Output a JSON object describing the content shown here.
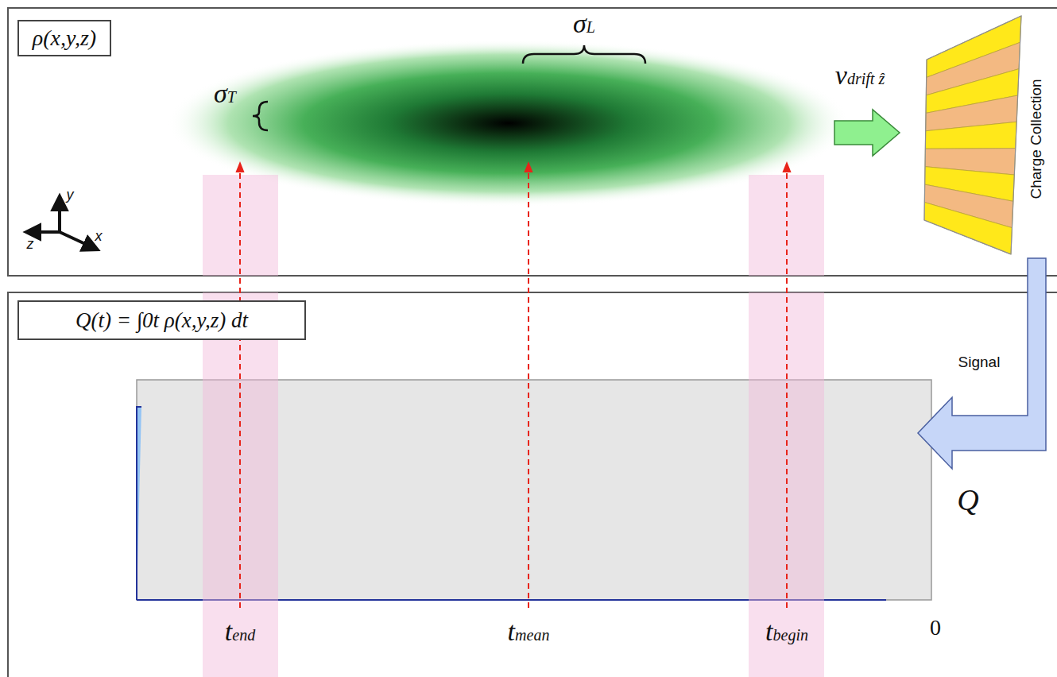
{
  "diagram": {
    "nodes": [
      {
        "text": [
          "ρ(x,y,z)"
        ]
      },
      {
        "text": [
          "Charge Collection"
        ]
      },
      {
        "text": [
          "Q(t) = ∫0t ρ(x,y,z) dt"
        ]
      }
    ],
    "labels": [
      "σT",
      "σL",
      "vdrift ẑ",
      "y",
      "z",
      "x",
      "Signal",
      "Q",
      "tend",
      "tmean",
      "tbegin",
      "0"
    ]
  }
}
